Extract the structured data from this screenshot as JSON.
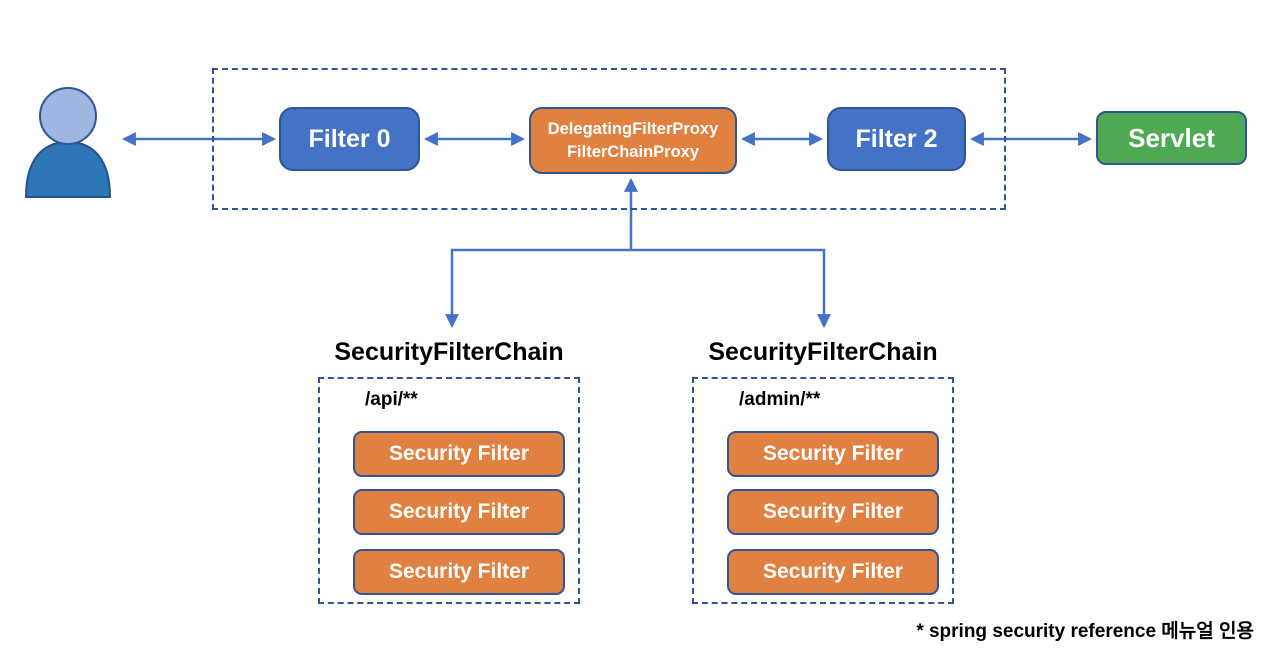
{
  "nodes": {
    "filter0": "Filter 0",
    "proxy": {
      "line1": "DelegatingFilterProxy",
      "line2": "FilterChainProxy"
    },
    "filter2": "Filter 2",
    "servlet": "Servlet"
  },
  "icons": {
    "user": "person-icon"
  },
  "chains": [
    {
      "title": "SecurityFilterChain",
      "matcher": "/api/**",
      "filters": [
        "Security Filter",
        "Security Filter",
        "Security Filter"
      ]
    },
    {
      "title": "SecurityFilterChain",
      "matcher": "/admin/**",
      "filters": [
        "Security Filter",
        "Security Filter",
        "Security Filter"
      ]
    }
  ],
  "footnote": "* spring security reference 메뉴얼 인용",
  "colors": {
    "node_blue": "#4472C4",
    "node_border": "#2F5597",
    "node_orange": "#E08142",
    "node_green": "#4EA952",
    "arrow_blue": "#4472C4",
    "person_head": "#9FB6E0",
    "person_body": "#2E75B6"
  }
}
